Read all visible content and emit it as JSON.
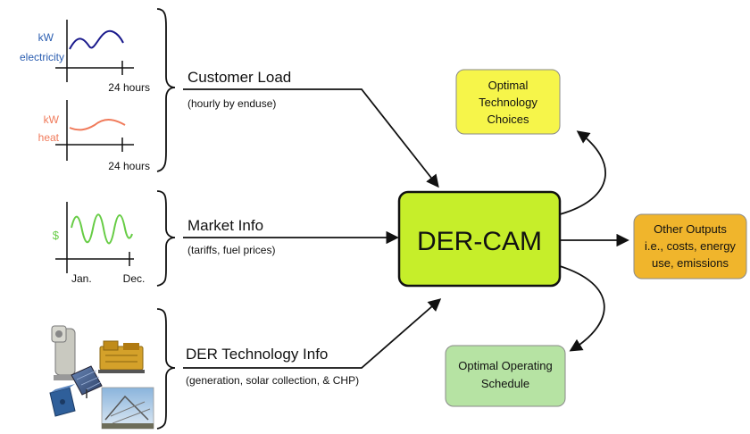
{
  "inputs": {
    "electricity": {
      "y_label_top": "kW",
      "y_label_bottom": "electricity",
      "x_label": "24 hours",
      "line_color": "#1a1a8c",
      "label_color": "#2a5db0"
    },
    "heat": {
      "y_label_top": "kW",
      "y_label_bottom": "heat",
      "x_label": "24 hours",
      "line_color": "#f07a5a",
      "label_color": "#f07a5a"
    },
    "market": {
      "y_label": "$",
      "x_label_left": "Jan.",
      "x_label_right": "Dec.",
      "line_color": "#66cc44",
      "label_color": "#66cc44"
    }
  },
  "flows": {
    "customer_load": {
      "title": "Customer Load",
      "subtitle": "(hourly by enduse)"
    },
    "market_info": {
      "title": "Market Info",
      "subtitle": "(tariffs, fuel prices)"
    },
    "der_tech": {
      "title": "DER Technology Info",
      "subtitle": "(generation, solar collection, & CHP)"
    }
  },
  "core": {
    "label": "DER-CAM",
    "color": "#c6ee2a"
  },
  "outputs": {
    "tech_choices": {
      "lines": [
        "Optimal",
        "Technology",
        "Choices"
      ],
      "color": "#f6f54a"
    },
    "other_outputs": {
      "lines": [
        "Other Outputs",
        "i.e., costs, energy",
        "use, emissions"
      ],
      "color": "#f0b52c"
    },
    "schedule": {
      "lines": [
        "Optimal Operating",
        "Schedule"
      ],
      "color": "#b6e3a3"
    }
  },
  "icons": [
    "fuel-cell-icon",
    "generator-icon",
    "solar-panel-icon",
    "battery-icon",
    "solar-concentrator-icon"
  ]
}
